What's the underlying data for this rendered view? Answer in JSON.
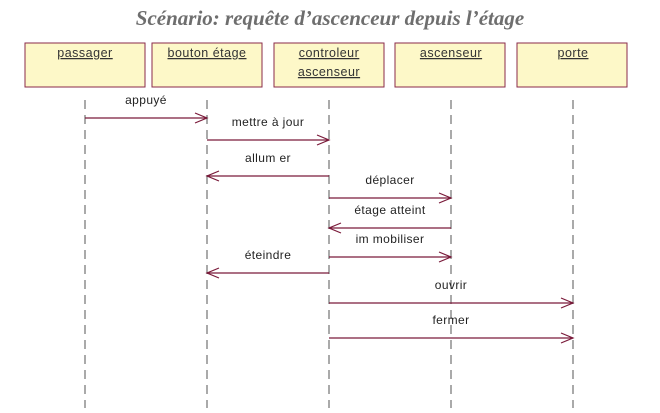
{
  "title": "Scénario: requête d’ascenceur depuis l’étage",
  "colors": {
    "box_fill": "#fdf8c8",
    "box_border": "#8a2a4a",
    "arrow": "#7a1a3a",
    "lifeline": "#555555"
  },
  "objects": [
    {
      "lines": [
        "passager"
      ]
    },
    {
      "lines": [
        "bouton étage"
      ]
    },
    {
      "lines": [
        "controleur",
        "ascenseur"
      ]
    },
    {
      "lines": [
        "ascenseur"
      ]
    },
    {
      "lines": [
        "porte"
      ]
    }
  ],
  "messages": [
    {
      "label": "appuyé",
      "from": 0,
      "to": 1
    },
    {
      "label": "mettre à jour",
      "from": 1,
      "to": 2
    },
    {
      "label": "allum er",
      "from": 2,
      "to": 1
    },
    {
      "label": "déplacer",
      "from": 2,
      "to": 3
    },
    {
      "label": "étage atteint",
      "from": 3,
      "to": 2
    },
    {
      "label": "im mobiliser",
      "from": 2,
      "to": 3
    },
    {
      "label": "éteindre",
      "from": 2,
      "to": 1
    },
    {
      "label": "ouvrir",
      "from": 2,
      "to": 4
    },
    {
      "label": "fermer",
      "from": 2,
      "to": 4
    }
  ]
}
